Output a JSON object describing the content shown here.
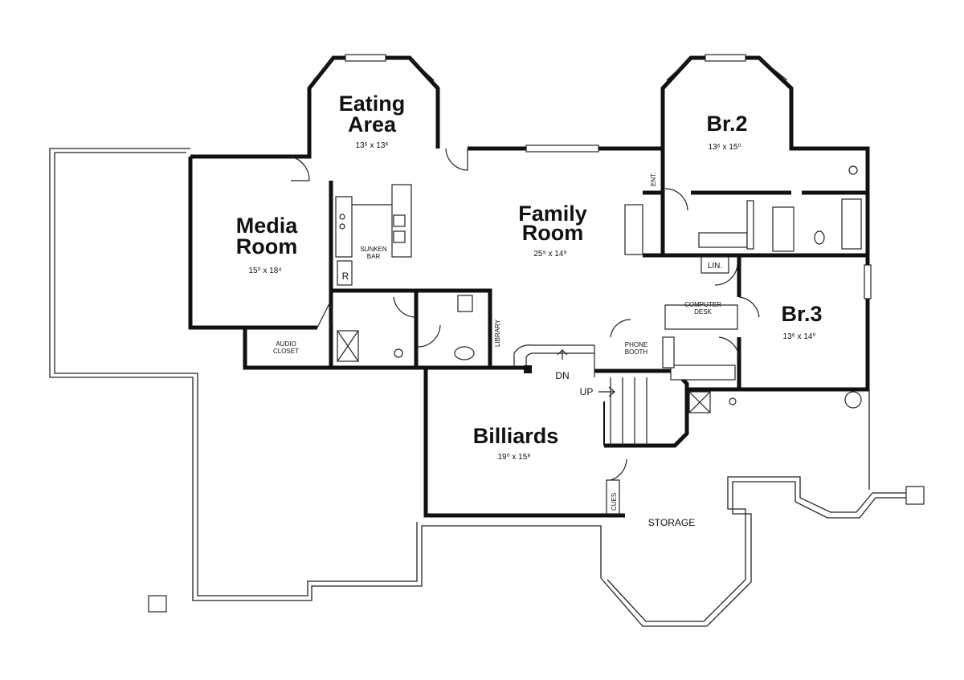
{
  "rooms": {
    "eating": {
      "line1": "Eating",
      "line2": "Area",
      "dims": "13⁶ x 13⁶"
    },
    "media": {
      "line1": "Media",
      "line2": "Room",
      "dims": "15⁰ x 18⁴"
    },
    "family": {
      "line1": "Family",
      "line2": "Room",
      "dims": "25⁹ x 14⁹"
    },
    "br2": {
      "name": "Br.2",
      "dims": "13⁶ x 15⁰"
    },
    "br3": {
      "name": "Br.3",
      "dims": "13⁶ x 14⁰"
    },
    "billiards": {
      "name": "Billiards",
      "dims": "19⁰ x 15⁸"
    }
  },
  "labels": {
    "sunken_bar_1": "SUNKEN",
    "sunken_bar_2": "BAR",
    "fridge": "R",
    "audio_closet_1": "AUDIO",
    "audio_closet_2": "CLOSET",
    "library": "LIBRARY",
    "phone_booth_1": "PHONE",
    "phone_booth_2": "BOOTH",
    "computer_desk_1": "COMPUTER",
    "computer_desk_2": "DESK",
    "ent": "ENT.",
    "lin": "LIN.",
    "dn": "DN",
    "up": "UP",
    "cues": "CUES",
    "storage": "STORAGE"
  },
  "colors": {
    "line": "#111111",
    "background": "#ffffff"
  }
}
